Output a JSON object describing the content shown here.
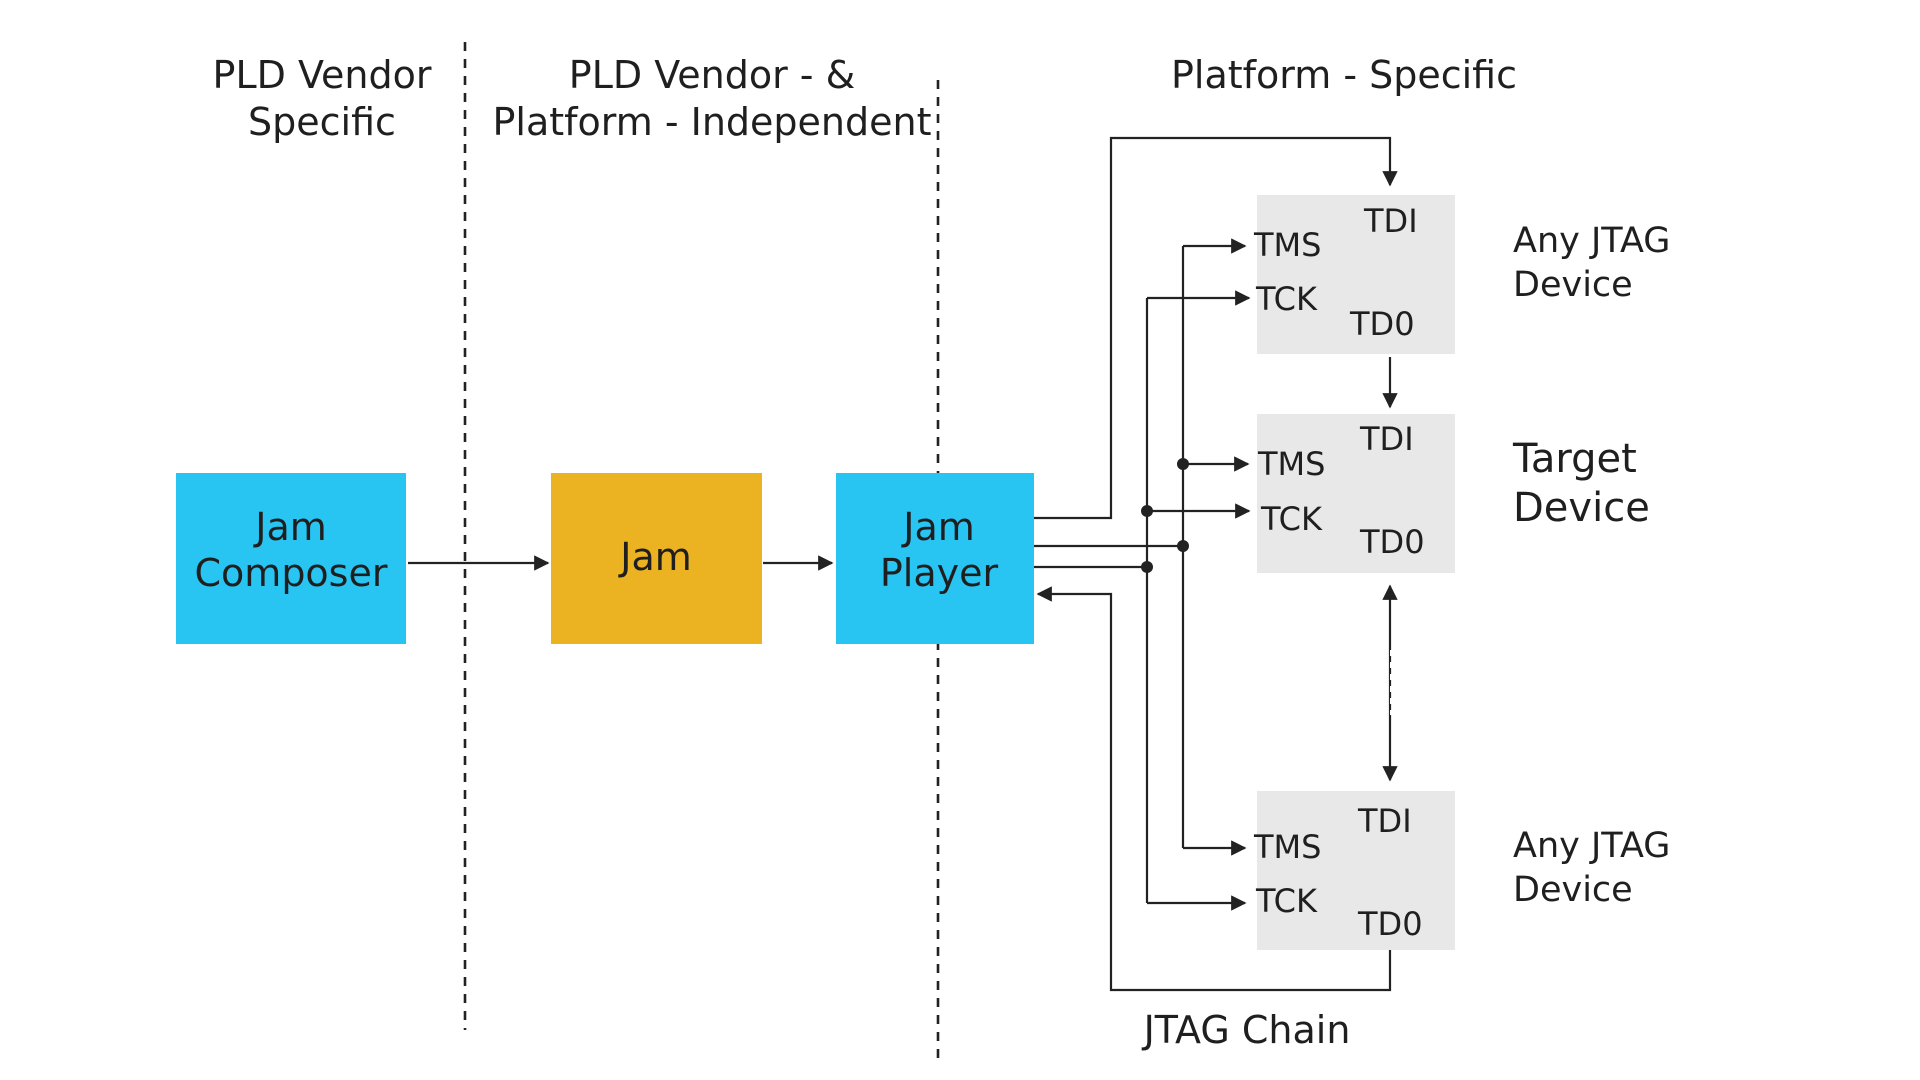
{
  "headers": {
    "col1_line1": "PLD Vendor",
    "col1_line2": "Specific",
    "col2_line1": "PLD Vendor - &",
    "col2_line2": "Platform - Independent",
    "col3": "Platform - Specific"
  },
  "blocks": {
    "jam_composer_line1": "Jam",
    "jam_composer_line2": "Composer",
    "jam": "Jam",
    "jam_player_line1": "Jam",
    "jam_player_line2": "Player"
  },
  "devices": {
    "top": {
      "tdi": "TDI",
      "tms": "TMS",
      "tck": "TCK",
      "tdo": "TD0",
      "label_line1": "Any JTAG",
      "label_line2": "Device"
    },
    "middle": {
      "tdi": "TDI",
      "tms": "TMS",
      "tck": "TCK",
      "tdo": "TD0",
      "label_line1": "Target",
      "label_line2": "Device"
    },
    "bottom": {
      "tdi": "TDI",
      "tms": "TMS",
      "tck": "TCK",
      "tdo": "TD0",
      "label_line1": "Any JTAG",
      "label_line2": "Device"
    }
  },
  "chain_label": "JTAG Chain",
  "colors": {
    "jam_composer": "#29c5f2",
    "jam": "#ebb221",
    "jam_player": "#29c5f2",
    "device_box": "#e8e8e8",
    "lines": "#222222"
  }
}
